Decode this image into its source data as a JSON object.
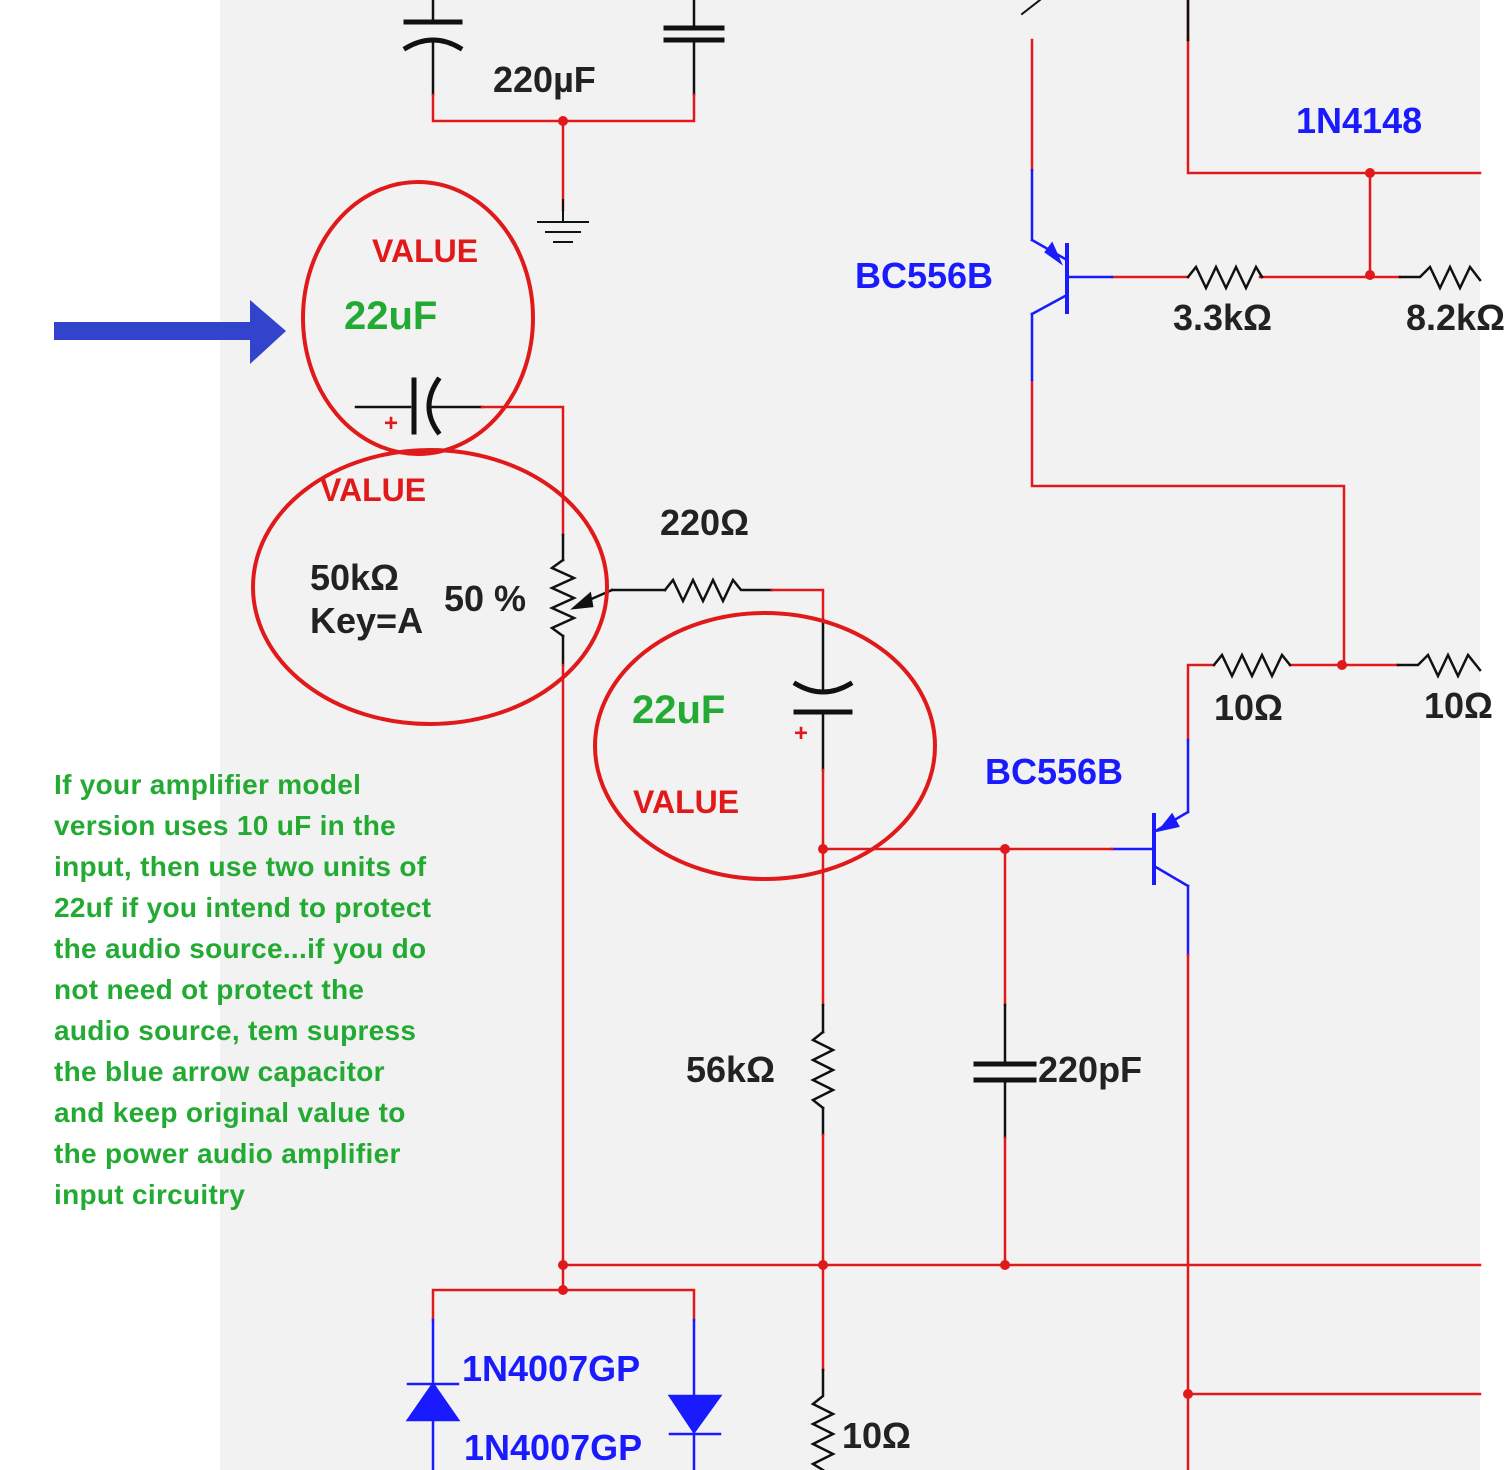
{
  "schematic": {
    "wire_color": "#e01a1a",
    "component_color": "#111111",
    "transistor_color": "#1a1aff",
    "highlight_circle_color": "#e01a1a",
    "arrow_color": "#3344cc",
    "note_color": "#22aa33",
    "labels": {
      "cap_top": "220µF",
      "diode_top": "1N4148",
      "q1": "BC556B",
      "r_3k3": "3.3kΩ",
      "r_8k2": "8.2kΩ",
      "r_220": "220Ω",
      "pot_value": "50kΩ",
      "pot_key": "Key=A",
      "pot_percent": "50 %",
      "r_10_a": "10Ω",
      "r_10_b": "10Ω",
      "q2": "BC556B",
      "r_56k": "56kΩ",
      "cap_220pf": "220pF",
      "d1": "1N4007GP",
      "d2": "1N4007GP",
      "r_10_bottom": "10Ω"
    },
    "annotations": {
      "value_1": "VALUE",
      "cap_in_value": "22uF",
      "value_2": "VALUE",
      "cap_fb_value": "22uF",
      "value_3": "VALUE",
      "plus": "+"
    },
    "note_lines": [
      "If your amplifier model",
      "version uses 10 uF in the",
      "input, then use two units of",
      "22uf if you intend to protect",
      "the audio source...if you do",
      "not need ot protect the",
      "audio source, tem supress",
      "the blue arrow capacitor",
      "and keep original value to",
      "the power audio amplifier",
      "input circuitry"
    ]
  }
}
